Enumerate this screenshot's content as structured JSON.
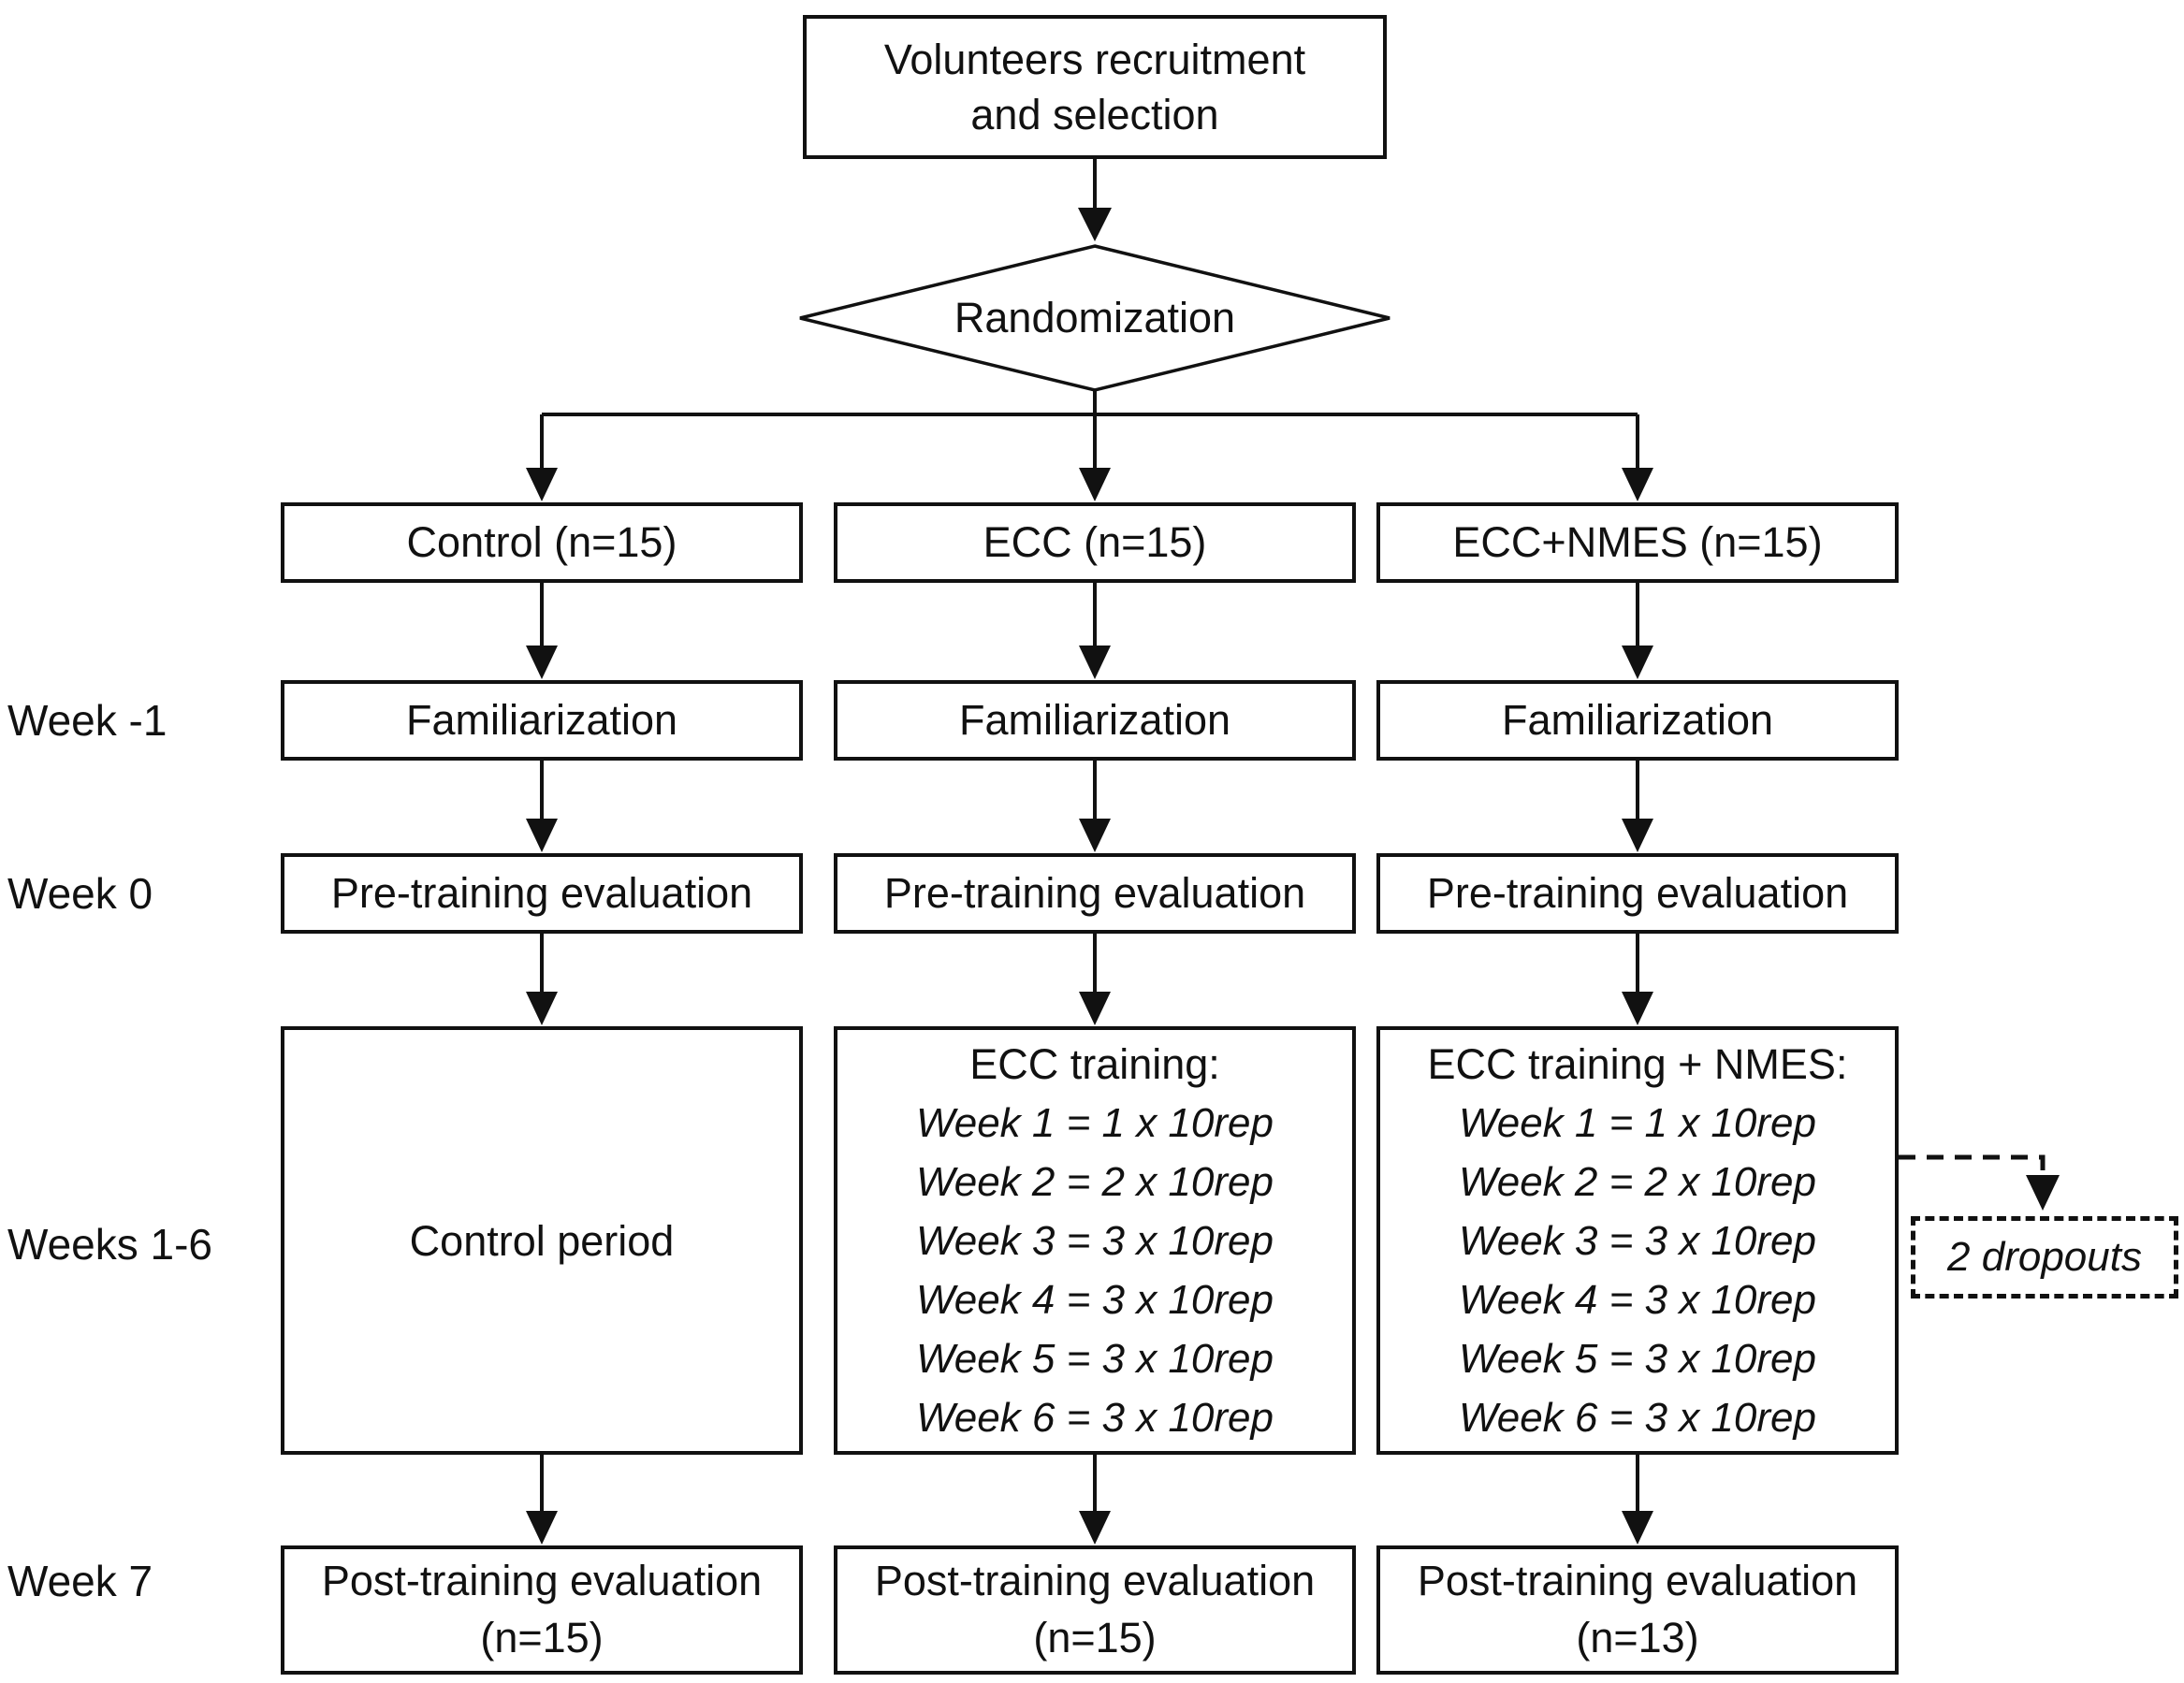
{
  "meta": {
    "background_color": "#ffffff",
    "ink_color": "#111111"
  },
  "flowchart": {
    "top_box": {
      "lines": [
        "Volunteers recruitment",
        "and selection"
      ]
    },
    "decision": {
      "label": "Randomization"
    },
    "row_labels": {
      "week_minus1": "Week -1",
      "week0": "Week 0",
      "weeks1_6": "Weeks 1-6",
      "week7": "Week 7"
    },
    "columns": [
      {
        "group": "Control (n=15)",
        "familiarization": "Familiarization",
        "pre_training": "Pre-training evaluation",
        "training_title": "Control period",
        "schedule": [],
        "post_training": [
          "Post-training evaluation",
          "(n=15)"
        ]
      },
      {
        "group": "ECC (n=15)",
        "familiarization": "Familiarization",
        "pre_training": "Pre-training evaluation",
        "training_title": "ECC training:",
        "schedule": [
          "Week 1 = 1 x 10rep",
          "Week 2 = 2 x 10rep",
          "Week 3 = 3 x 10rep",
          "Week 4 = 3 x 10rep",
          "Week 5 = 3 x 10rep",
          "Week 6 = 3 x 10rep"
        ],
        "post_training": [
          "Post-training evaluation",
          "(n=15)"
        ]
      },
      {
        "group": "ECC+NMES (n=15)",
        "familiarization": "Familiarization",
        "pre_training": "Pre-training evaluation",
        "training_title": "ECC training + NMES:",
        "schedule": [
          "Week 1 = 1 x 10rep",
          "Week 2 = 2 x 10rep",
          "Week 3 = 3 x 10rep",
          "Week 4 = 3 x 10rep",
          "Week 5 = 3 x 10rep",
          "Week 6 = 3 x 10rep"
        ],
        "post_training": [
          "Post-training evaluation",
          "(n=13)"
        ]
      }
    ],
    "dropouts": {
      "label": "2 dropouts"
    }
  }
}
